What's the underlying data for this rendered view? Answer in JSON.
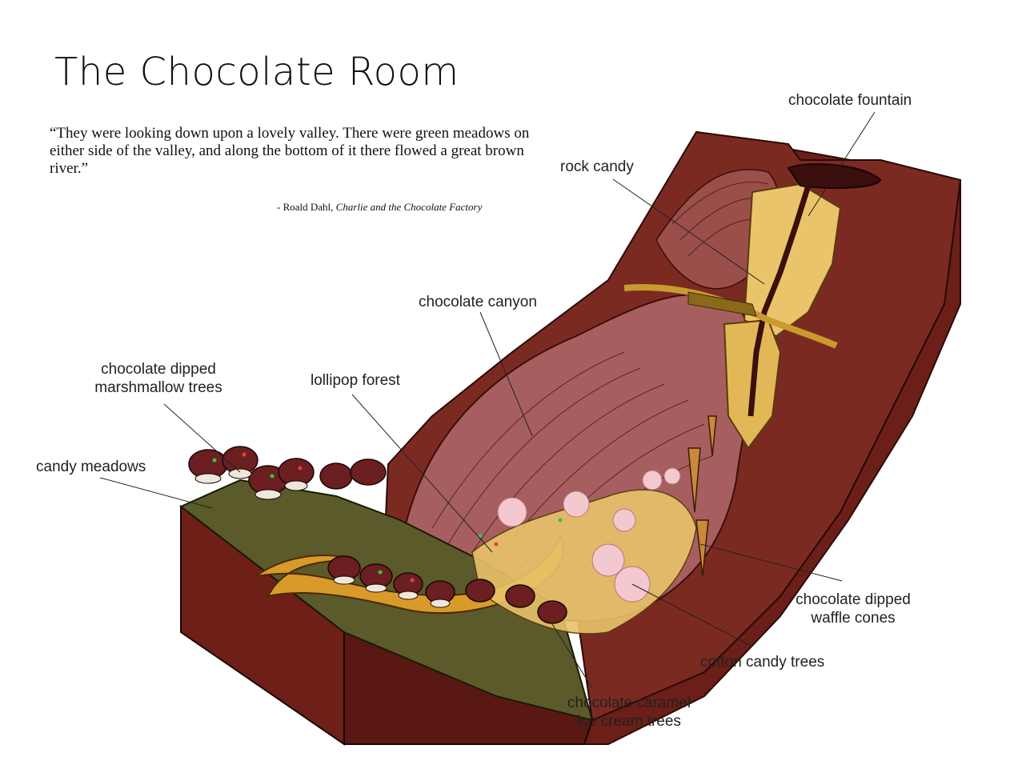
{
  "title": "The Chocolate Room",
  "quote": "“They were looking down upon a lovely valley. There were green meadows on either side of the valley, and along the bottom of it there flowed a great brown river.”",
  "attribution": {
    "prefix": "- Roald Dahl, ",
    "book": "Charlie and the Chocolate Factory"
  },
  "labels": {
    "chocolate_fountain": "chocolate fountain",
    "rock_candy": "rock candy",
    "chocolate_canyon": "chocolate canyon",
    "marshmallow_trees_line1": "chocolate dipped",
    "marshmallow_trees_line2": "marshmallow trees",
    "lollipop_forest": "lollipop forest",
    "candy_meadows": "candy meadows",
    "waffle_cones_line1": "chocolate dipped",
    "waffle_cones_line2": "waffle cones",
    "cotton_candy_trees": "cotton candy trees",
    "caramel_trees_line1": "chocolate caramel",
    "caramel_trees_line2": "ice cream trees"
  },
  "colors": {
    "chocolate_dark": "#5a1a14",
    "chocolate_mid": "#7a2a22",
    "canyon_pink": "#b06a6a",
    "meadow_green": "#5b5a2a",
    "river_gold": "#d4a23a",
    "cotton_candy": "#f3c8cf"
  }
}
